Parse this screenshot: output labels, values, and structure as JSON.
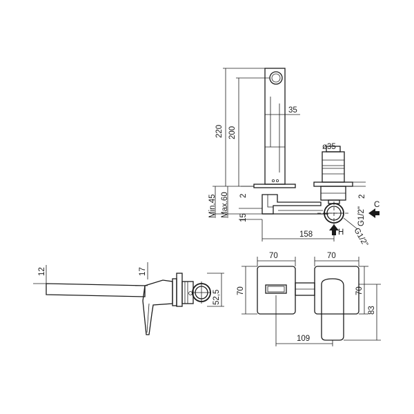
{
  "drawing": {
    "front_view": {
      "height_220": "220",
      "height_200": "200",
      "width_35": "35",
      "diameter_35": "ø35",
      "min_45": "Min.45",
      "max_60": "Max.60",
      "dim_2_upper": "2",
      "dim_2_lower": "2",
      "dim_15": "15",
      "length_158": "158",
      "thread_c": "G1/2\"",
      "thread_h": "G1/2\"",
      "label_c": "C",
      "label_h": "H"
    },
    "side_view": {
      "dim_12": "12",
      "dim_17": "17",
      "dim_52_5": "52,5"
    },
    "plan_view": {
      "width_left": "70",
      "width_right": "70",
      "height_left": "70",
      "height_right": "70",
      "height_83": "83",
      "span_109": "109"
    }
  }
}
